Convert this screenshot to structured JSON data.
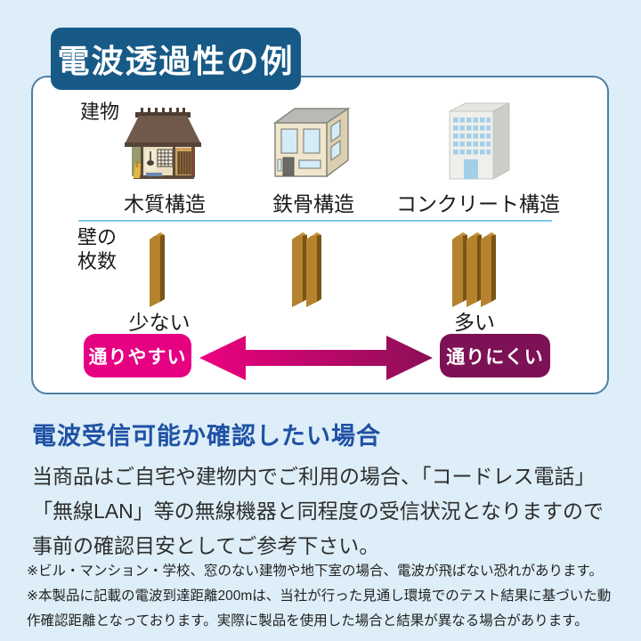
{
  "title": "電波透過性の例",
  "diagram": {
    "building_row_label": "建物",
    "wall_row_label": "壁の\n枚数",
    "columns": [
      {
        "name": "木質構造",
        "walls": 1
      },
      {
        "name": "鉄骨構造",
        "walls": 2
      },
      {
        "name": "コンクリート構造",
        "walls": 3
      }
    ],
    "few_label": "少ない",
    "many_label": "多い",
    "easy_label": "通りやすい",
    "hard_label": "通りにくい"
  },
  "section": {
    "heading": "電波受信可能か確認したい場合",
    "body": "当商品はご自宅や建物内でご利用の場合、「コードレス電話」\n「無線LAN」等の無線機器と同程度の受信状況となりますので\n事前の確認目安としてご参考下さい。",
    "notes": [
      "※ビル・マンション・学校、窓のない建物や地下室の場合、電波が飛ばない恐れがあります。",
      "※本製品に記載の電波到達距離200mは、当社が行った見通し環境でのテスト結果に基づいた動作確認距離となっております。実際に製品を使用した場合と結果が異なる場合があります。"
    ]
  },
  "colors": {
    "page_background": "#ddeef8",
    "panel_border": "#4d80a3",
    "title_box": "#175a87",
    "divider": "#7ecbee",
    "easy_pill": "#e60082",
    "hard_pill": "#7d1155",
    "arrow_gradient_start": "#ed0080",
    "arrow_gradient_end": "#8c0f55",
    "heading_text": "#1f51a4",
    "wall_face": "#b5822e",
    "wall_side": "#7a5415"
  }
}
